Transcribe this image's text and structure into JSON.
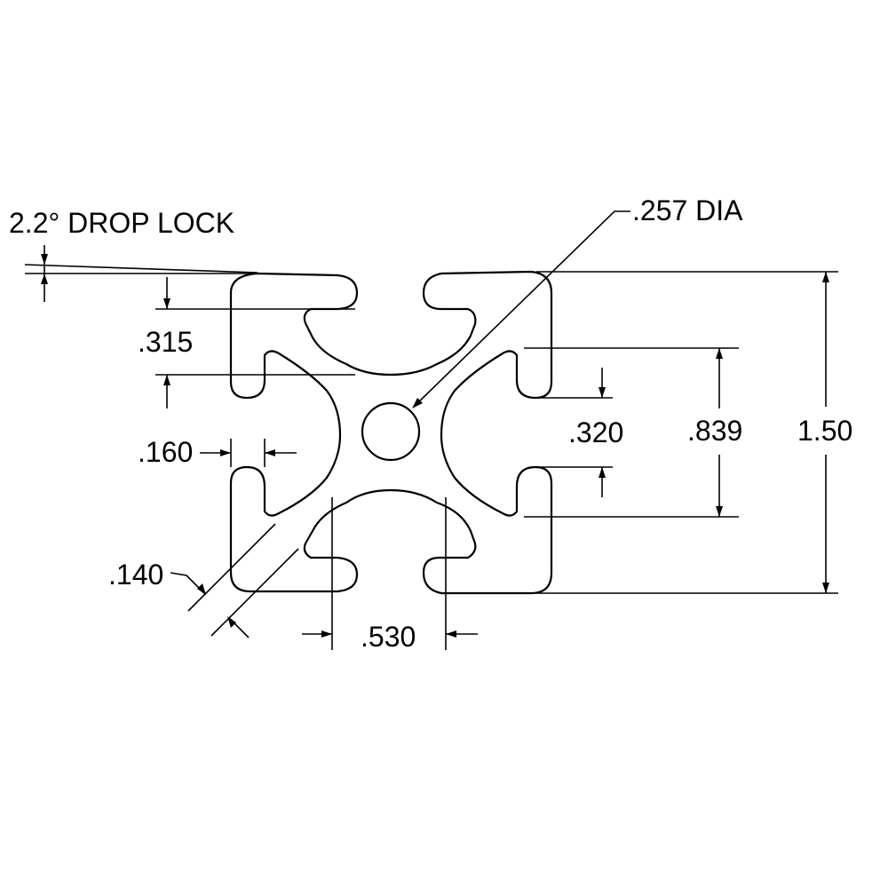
{
  "labels": {
    "drop_lock": "2.2° DROP LOCK",
    "center_hole": ".257 DIA",
    "slot_depth": ".315",
    "lip_thickness": ".160",
    "web_thickness": ".140",
    "slot_opening": ".530",
    "slot_width": ".320",
    "slot_inner_width": ".839",
    "overall_size": "1.50"
  },
  "colors": {
    "line": "#000000",
    "background": "#ffffff"
  }
}
